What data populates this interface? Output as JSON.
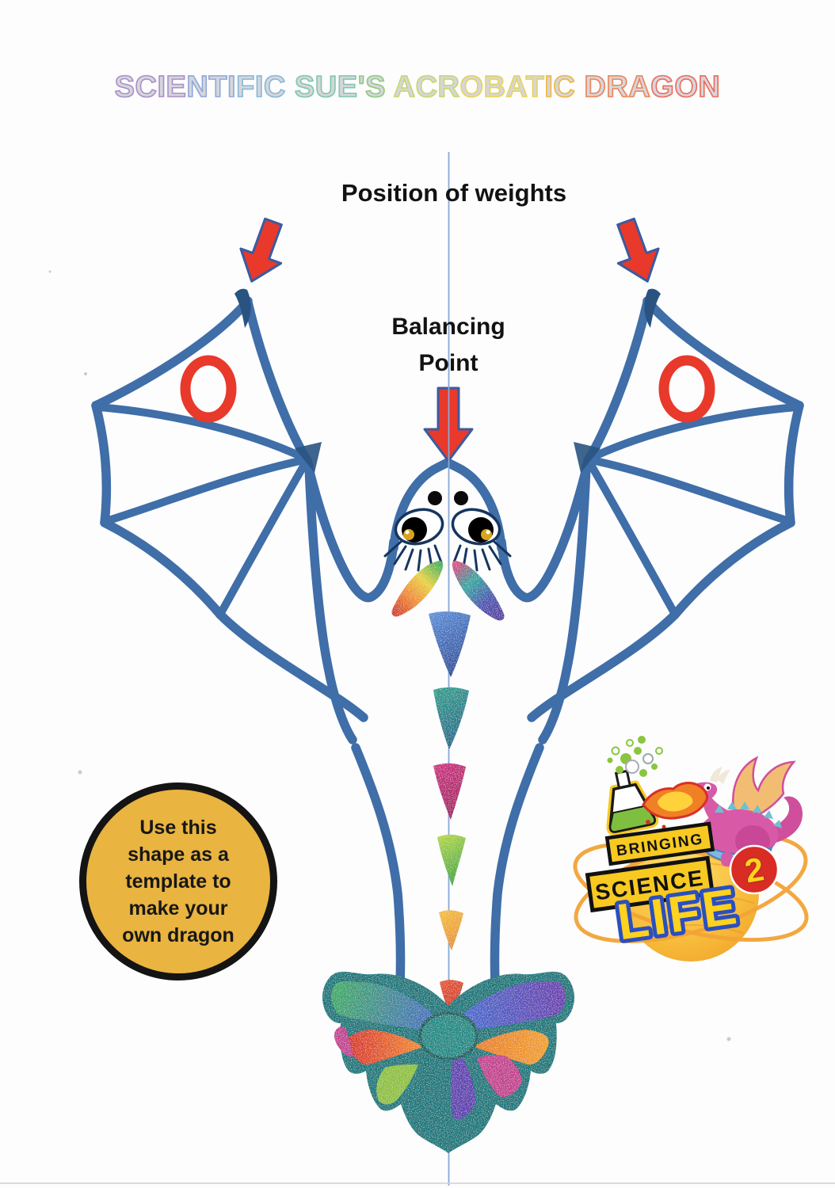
{
  "title": {
    "text": "SCIENTIFIC SUE'S ACROBATIC DRAGON",
    "palette": [
      "#a98fc9",
      "#8fa8d8",
      "#86b8d8",
      "#7ec7a8",
      "#8fca7e",
      "#c6d86a",
      "#e8d44f",
      "#f0b53c",
      "#ef8252",
      "#ee6a58"
    ],
    "fill": "#d6d6dc"
  },
  "annotations": {
    "position_of_weights": "Position of weights",
    "balancing_line1": "Balancing",
    "balancing_line2": "Point"
  },
  "template_badge": {
    "lines": [
      "Use this",
      "shape as a",
      "template to",
      "make your",
      "own dragon"
    ],
    "background": "#e9b440",
    "border": "#141414"
  },
  "logo": {
    "banner_top": "BRINGING",
    "banner_mid": "SCIENCE",
    "number": "2",
    "word": "LIFE",
    "banner_yellow": "#f7c921",
    "number_red": "#d82c25",
    "life_yellow": "#ffd21e",
    "life_outline": "#2b4fc0"
  },
  "colors": {
    "dragon_outline": "#3f6ea8",
    "dragon_dark": "#2a5382",
    "arrow_red": "#e8392b",
    "ring_red": "#e8392b",
    "center_line": "#8aa8d8",
    "tail_teal": "#17767a"
  }
}
